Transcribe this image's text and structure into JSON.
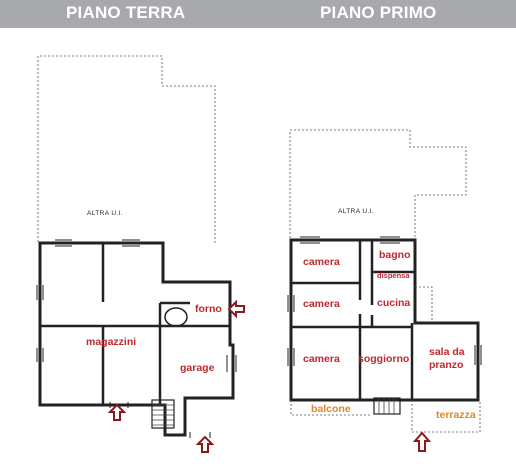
{
  "headers": {
    "ground": "PIANO TERRA",
    "first": "PIANO PRIMO"
  },
  "ground_floor": {
    "other_unit": "ALTRA U.I.",
    "rooms": {
      "storage": "magazzini",
      "oven": "forno",
      "garage": "garage"
    }
  },
  "first_floor": {
    "other_unit": "ALTRA U.I.",
    "rooms": {
      "bedroom_1": "camera",
      "bedroom_2": "camera",
      "bedroom_3": "camera",
      "bathroom": "bagno",
      "pantry": "dispensa",
      "kitchen": "cucina",
      "living": "soggiorno",
      "dining": "sala da\npranzo",
      "balcony": "balcone",
      "terrace": "terrazza"
    }
  },
  "colors": {
    "header_bg": "#a7a9ac",
    "room_label": "#c0282d",
    "outdoor_label": "#d88a2c",
    "arrow": "#8b1a1a",
    "wall": "#222222"
  },
  "icons": [
    "entrance-arrow-icon"
  ]
}
